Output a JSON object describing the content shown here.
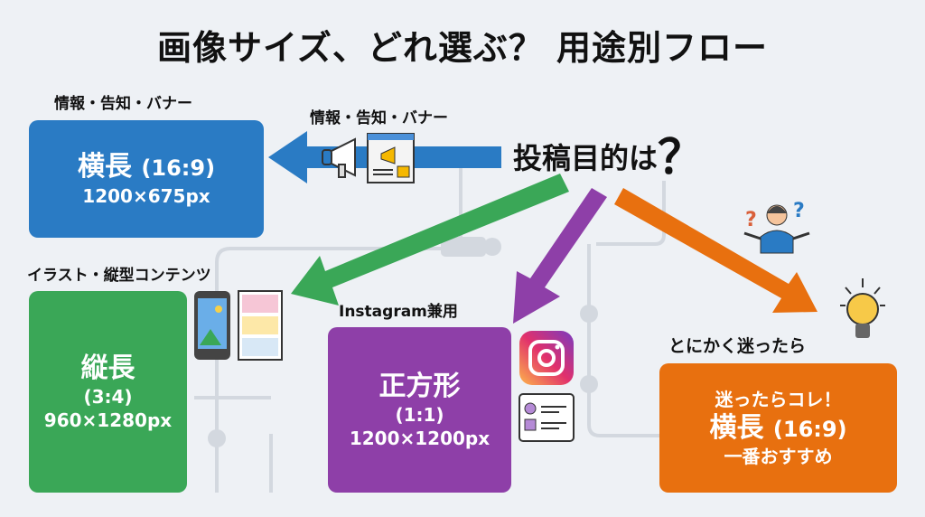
{
  "title": "画像サイズ、どれ選ぶ？ 用途別フロー",
  "question": {
    "text": "投稿目的は",
    "mark": "？"
  },
  "colors": {
    "blue": "#2a7bc4",
    "green": "#3aa757",
    "purple": "#8e3fa8",
    "orange": "#e8700f",
    "background": "#eef1f5"
  },
  "branches": {
    "landscape": {
      "label": "情報・告知・バナー",
      "arrow_label": "情報・告知・バナー",
      "name": "横長",
      "ratio": "(16:9)",
      "size": "1200×675px",
      "icons": [
        "megaphone-icon",
        "web-banner-icon"
      ]
    },
    "portrait": {
      "label": "イラスト・縦型コンテンツ",
      "name": "縦長",
      "ratio": "(3:4)",
      "size": "960×1280px",
      "icons": [
        "smartphone-icon",
        "comic-panels-icon"
      ]
    },
    "square": {
      "label": "Instagram兼用",
      "name": "正方形",
      "ratio": "(1:1)",
      "size": "1200×1200px",
      "icons": [
        "instagram-icon",
        "profile-card-icon"
      ]
    },
    "default": {
      "label": "とにかく迷ったら",
      "headline": "迷ったらコレ！",
      "name": "横長",
      "ratio": "(16:9)",
      "note": "一番おすすめ",
      "icons": [
        "confused-person-icon",
        "lightbulb-icon"
      ]
    }
  }
}
